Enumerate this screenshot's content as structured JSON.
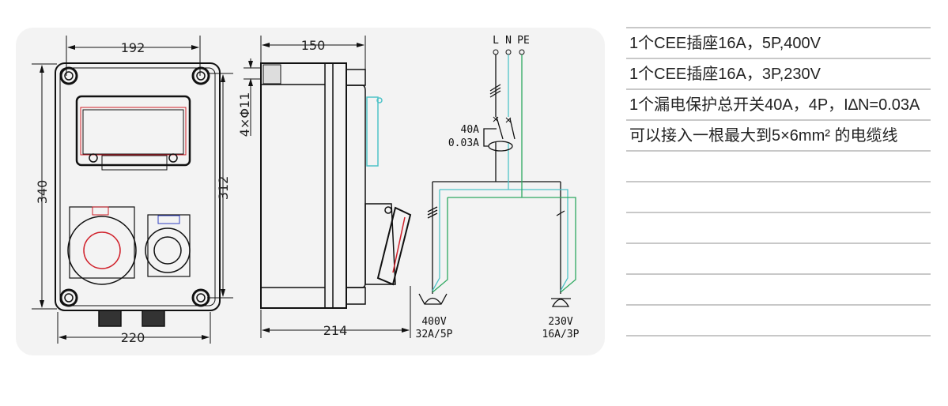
{
  "front_view": {
    "dim_top": "192",
    "dim_left": "340",
    "dim_right": "312",
    "dim_bottom": "220"
  },
  "side_view": {
    "dim_top": "150",
    "dim_hole": "4×Φ11",
    "dim_bottom": "214"
  },
  "schematic": {
    "terminals": [
      "L",
      "N",
      "PE"
    ],
    "breaker_rating": "40A",
    "breaker_residual": "0.03A",
    "outlet_left": {
      "voltage": "400V",
      "rating": "32A/5P"
    },
    "outlet_right": {
      "voltage": "230V",
      "rating": "16A/3P"
    },
    "colors": {
      "line": "#111111",
      "neutral": "#4fc3c8",
      "earth": "#2ea860",
      "socket_red": "#d0202a",
      "socket_blue": "#3040c0"
    }
  },
  "specs": [
    "1个CEE插座16A，5P,400V",
    "1个CEE插座16A，3P,230V",
    "1个漏电保护总开关40A，4P，I∆N=0.03A",
    "可以接入一根最大到5×6mm² 的电缆线",
    "",
    "",
    "",
    "",
    "",
    ""
  ]
}
